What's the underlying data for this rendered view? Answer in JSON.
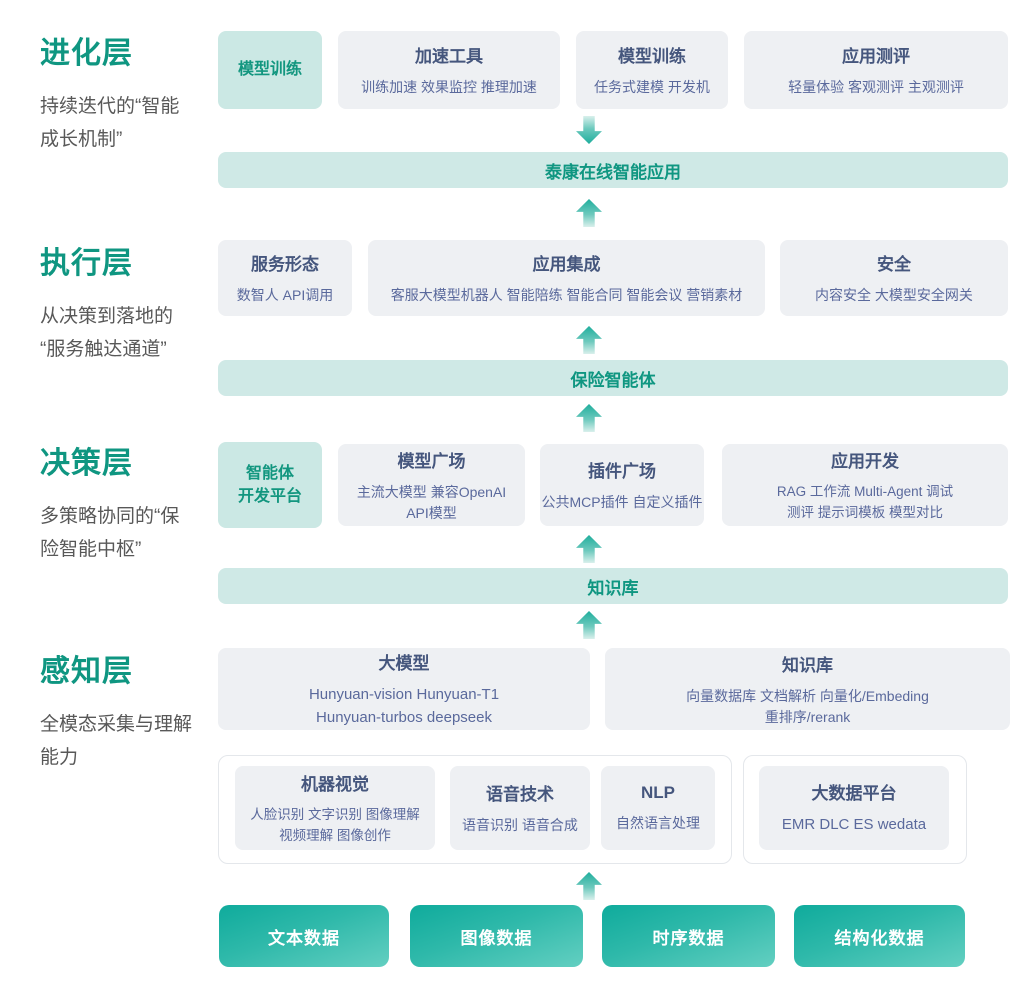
{
  "colors": {
    "accent_green": "#0f9681",
    "banner_bg": "#cfe9e6",
    "highlight_box_bg": "#cbe8e4",
    "gray_box_bg": "#eef0f3",
    "box_title_text": "#45567d",
    "box_item_text": "#5a699c",
    "arrow_teal": "#1fae9d",
    "data_button_gradient_start": "#0fab9c",
    "data_button_gradient_end": "#63cfc1"
  },
  "layers": [
    {
      "title": "进化层",
      "desc": "持续迭代的“智能\n成长机制”",
      "highlight": "模型训练",
      "boxes": [
        {
          "title": "加速工具",
          "items": "训练加速  效果监控  推理加速"
        },
        {
          "title": "模型训练",
          "items": "任务式建模  开发机"
        },
        {
          "title": "应用测评",
          "items": "轻量体验  客观测评  主观测评"
        }
      ]
    },
    {
      "title": "执行层",
      "desc": "从决策到落地的\n“服务触达通道”",
      "boxes": [
        {
          "title": "服务形态",
          "items": "数智人  API调用"
        },
        {
          "title": "应用集成",
          "items": "客服大模型机器人  智能陪练  智能合同  智能会议  营销素材"
        },
        {
          "title": "安全",
          "items": "内容安全  大模型安全网关"
        }
      ]
    },
    {
      "title": "决策层",
      "desc": "多策略协同的“保\n险智能中枢”",
      "highlight": "智能体\n开发平台",
      "boxes": [
        {
          "title": "模型广场",
          "items": "主流大模型  兼容OpenAI\nAPI模型"
        },
        {
          "title": "插件广场",
          "items": "公共MCP插件  自定义插件"
        },
        {
          "title": "应用开发",
          "items": "RAG  工作流  Multi-Agent  调试\n测评  提示词模板  模型对比"
        }
      ]
    },
    {
      "title": "感知层",
      "desc": "全模态采集与理解\n能力",
      "boxes": [
        {
          "title": "大模型",
          "items": "Hunyuan-vision Hunyuan-T1\nHunyuan-turbos deepseek"
        },
        {
          "title": "知识库",
          "items": "向量数据库  文档解析  向量化/Embeding\n重排序/rerank"
        }
      ]
    }
  ],
  "banners": {
    "app": "泰康在线智能应用",
    "agent": "保险智能体",
    "kb": "知识库"
  },
  "capability_group": {
    "boxes": [
      {
        "title": "机器视觉",
        "items": "人脸识别  文字识别  图像理解\n视频理解  图像创作"
      },
      {
        "title": "语音技术",
        "items": "语音识别  语音合成"
      },
      {
        "title": "NLP",
        "items": "自然语言处理"
      }
    ]
  },
  "bigdata_group": {
    "box": {
      "title": "大数据平台",
      "items": "EMR  DLC  ES  wedata"
    }
  },
  "data_sources": [
    "文本数据",
    "图像数据",
    "时序数据",
    "结构化数据"
  ]
}
